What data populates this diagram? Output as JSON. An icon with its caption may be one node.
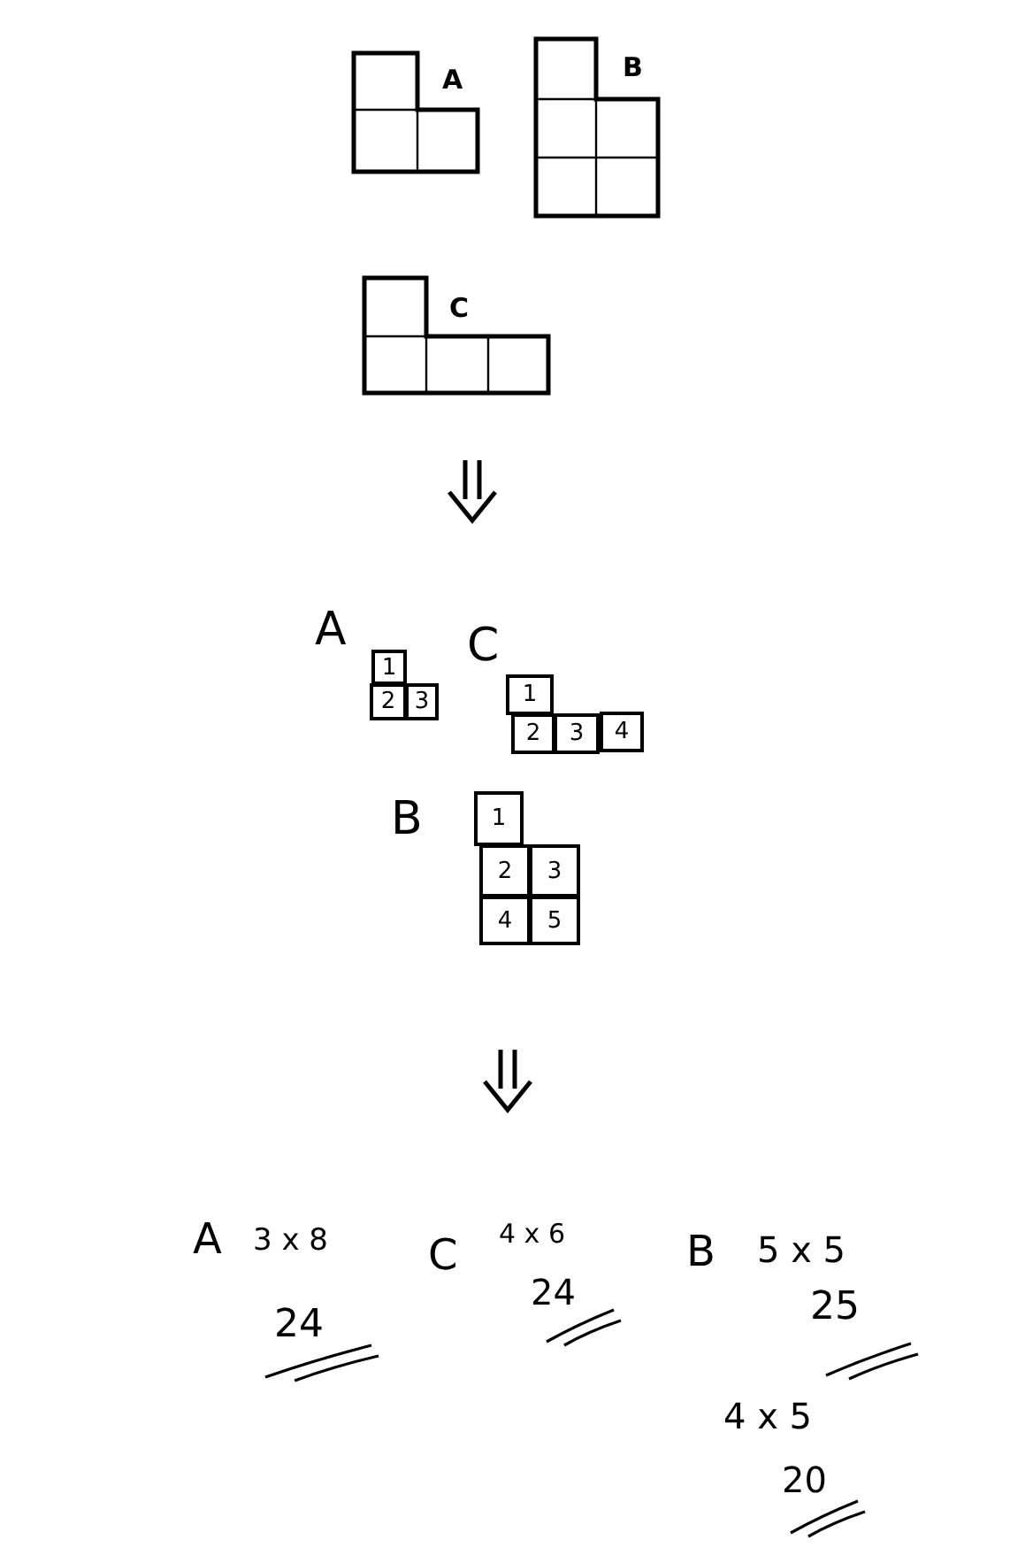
{
  "diagram": {
    "nodes": [
      {
        "text": [
          "A"
        ]
      },
      {
        "text": [
          "B"
        ]
      },
      {
        "text": [
          "C"
        ]
      },
      {
        "text": [
          "1"
        ]
      },
      {
        "text": [
          "2"
        ]
      },
      {
        "text": [
          "3"
        ]
      },
      {
        "text": [
          "1"
        ]
      },
      {
        "text": [
          "2"
        ]
      },
      {
        "text": [
          "3"
        ]
      },
      {
        "text": [
          "4"
        ]
      },
      {
        "text": [
          "1"
        ]
      },
      {
        "text": [
          "2"
        ]
      },
      {
        "text": [
          "3"
        ]
      },
      {
        "text": [
          "4"
        ]
      },
      {
        "text": [
          "5"
        ]
      }
    ],
    "labels": [
      "A",
      "C",
      "B",
      "A",
      "3 x 8",
      "C",
      "4 x 6",
      "B",
      "5 x 5",
      "24",
      "24",
      "25",
      "4 x 5",
      "20"
    ]
  }
}
